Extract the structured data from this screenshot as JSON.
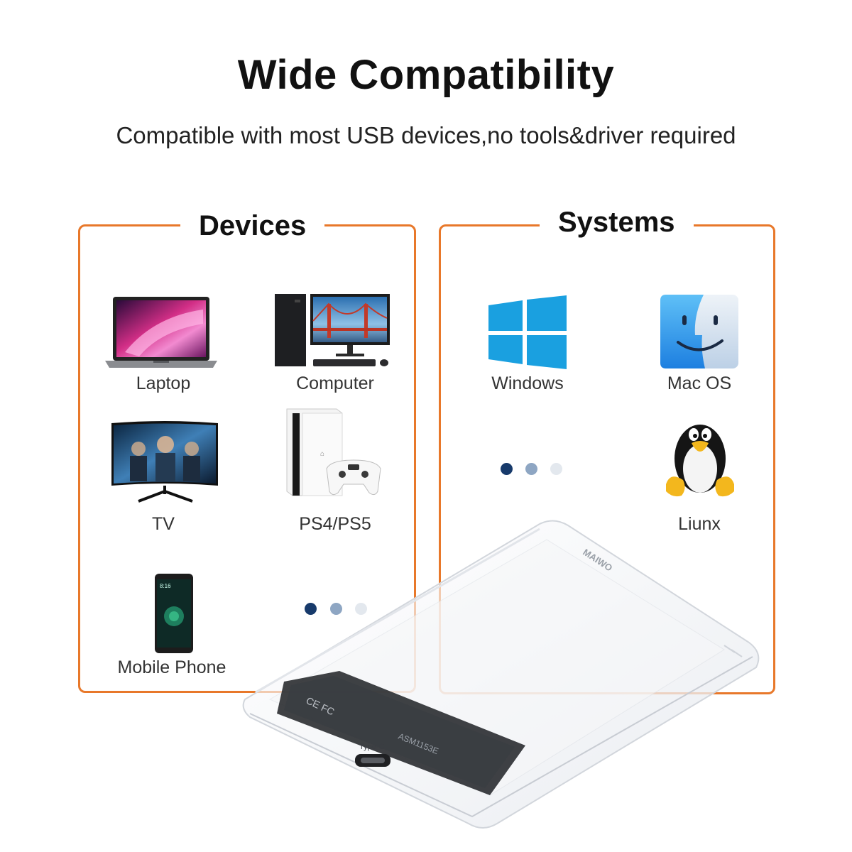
{
  "header": {
    "title": "Wide Compatibility",
    "subtitle": "Compatible with most USB devices,no tools&driver required"
  },
  "devices": {
    "heading": "Devices",
    "items": [
      {
        "label": "Laptop",
        "icon": "laptop-icon"
      },
      {
        "label": "Computer",
        "icon": "desktop-computer-icon"
      },
      {
        "label": "TV",
        "icon": "tv-icon"
      },
      {
        "label": "PS4/PS5",
        "icon": "game-console-icon"
      },
      {
        "label": "Mobile Phone",
        "icon": "mobile-phone-icon"
      }
    ]
  },
  "systems": {
    "heading": "Systems",
    "items": [
      {
        "label": "Windows",
        "icon": "windows-logo-icon"
      },
      {
        "label": "Mac OS",
        "icon": "finder-logo-icon"
      },
      {
        "label": "Liunx",
        "icon": "linux-penguin-icon"
      }
    ]
  },
  "product": {
    "brand": "MAIWO",
    "port_label": "Type-C"
  },
  "colors": {
    "frame": "#e8782a",
    "dot_dark": "#173a6b",
    "dot_mid": "#8ea6c3",
    "dot_light": "#e3e8ee"
  }
}
